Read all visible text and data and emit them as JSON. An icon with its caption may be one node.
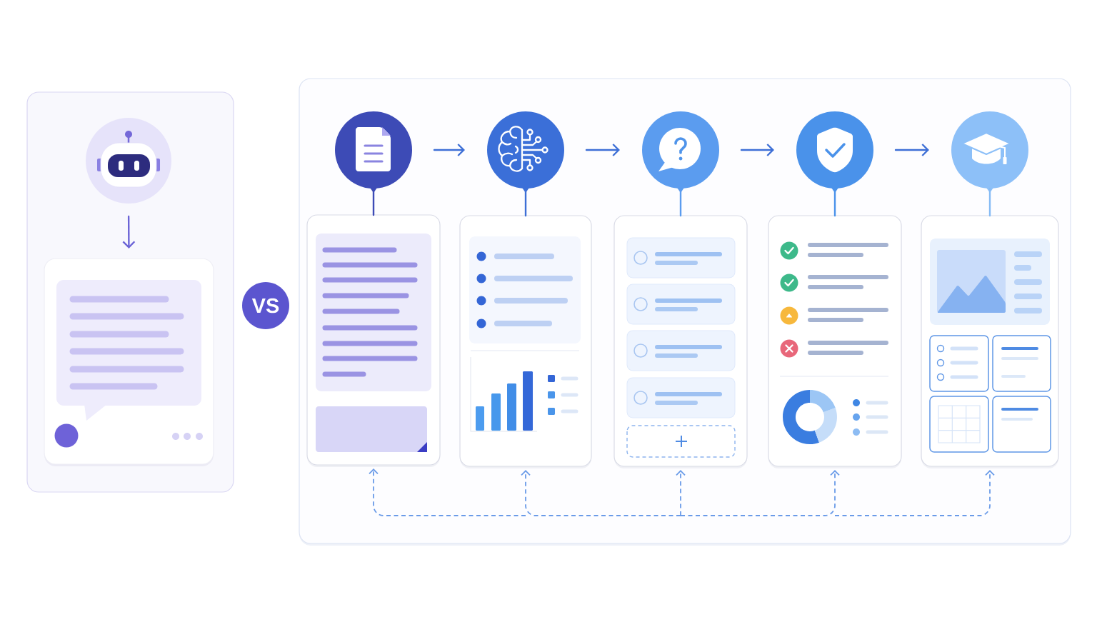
{
  "diagram": {
    "nodes": [
      {
        "text": [],
        "shape": "box"
      },
      {
        "text": [],
        "shape": "circle",
        "in": 0
      },
      {
        "text": [],
        "shape": "box",
        "in": 0
      },
      {
        "text": [
          "VS"
        ]
      },
      {
        "text": [],
        "shape": "box"
      },
      {
        "text": [],
        "shape": "circle",
        "in": 4
      },
      {
        "text": [],
        "shape": "circle",
        "in": 4
      },
      {
        "text": [],
        "shape": "circle",
        "in": 4
      },
      {
        "text": [],
        "shape": "circle",
        "in": 4
      },
      {
        "text": [],
        "shape": "circle",
        "in": 4
      },
      {
        "text": [],
        "shape": "box",
        "in": 4
      },
      {
        "text": [],
        "shape": "box",
        "in": 4
      },
      {
        "text": [],
        "shape": "box",
        "in": 4
      },
      {
        "text": [],
        "shape": "box",
        "in": 4
      },
      {
        "text": [],
        "shape": "box",
        "in": 4
      }
    ],
    "edges": [
      {
        "from": 1,
        "to": 2,
        "arrow": "to",
        "color": "#6b63d6"
      },
      {
        "from": 5,
        "to": 6,
        "arrow": "to"
      },
      {
        "from": 6,
        "to": 7,
        "arrow": "to"
      },
      {
        "from": 7,
        "to": 8,
        "arrow": "to"
      },
      {
        "from": 8,
        "to": 9,
        "arrow": "to"
      },
      {
        "from": 5,
        "to": 10,
        "arrow": "none",
        "color": "#3d4bb6"
      },
      {
        "from": 6,
        "to": 11,
        "arrow": "none"
      },
      {
        "from": 7,
        "to": 12,
        "arrow": "none",
        "color": "#5b9cef"
      },
      {
        "from": 8,
        "to": 13,
        "arrow": "none",
        "color": "#4a92ea"
      },
      {
        "from": 9,
        "to": 14,
        "arrow": "none",
        "color": "#86bcf5"
      },
      {
        "from": null,
        "to": 10,
        "arrow": "to",
        "style": "dashed",
        "color": "#6a9be8"
      },
      {
        "from": null,
        "to": 11,
        "arrow": "to",
        "style": "dashed",
        "color": "#6a9be8"
      },
      {
        "from": null,
        "to": 12,
        "arrow": "to",
        "style": "dashed",
        "color": "#6a9be8"
      },
      {
        "from": null,
        "to": 13,
        "arrow": "to",
        "style": "dashed",
        "color": "#6a9be8"
      },
      {
        "from": null,
        "to": 14,
        "arrow": "to",
        "style": "dashed",
        "color": "#6a9be8"
      }
    ]
  }
}
